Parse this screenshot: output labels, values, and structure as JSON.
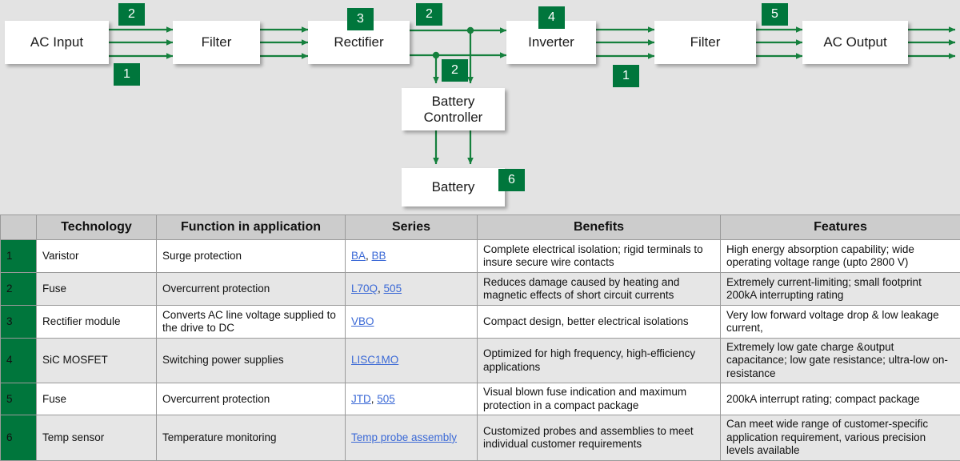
{
  "diagram": {
    "background_color": "#e3e3e3",
    "accent_color": "#00763C",
    "nodes": [
      {
        "id": "ac-input",
        "label": "AC Input"
      },
      {
        "id": "filter-in",
        "label": "Filter"
      },
      {
        "id": "rectifier",
        "label": "Rectifier"
      },
      {
        "id": "inverter",
        "label": "Inverter"
      },
      {
        "id": "filter-out",
        "label": "Filter"
      },
      {
        "id": "ac-output",
        "label": "AC Output"
      },
      {
        "id": "battery-controller",
        "label": "Battery\nController"
      },
      {
        "id": "battery",
        "label": "Battery"
      }
    ],
    "node_labels": {
      "ac_input": "AC Input",
      "filter_in": "Filter",
      "rectifier": "Rectifier",
      "inverter": "Inverter",
      "filter_out": "Filter",
      "ac_output": "AC Output",
      "battery_controller_line1": "Battery",
      "battery_controller_line2": "Controller",
      "battery": "Battery"
    },
    "badges": [
      {
        "id": "badge-2-input-top",
        "value": "2"
      },
      {
        "id": "badge-1-input-bottom",
        "value": "1"
      },
      {
        "id": "badge-3-rectifier",
        "value": "3"
      },
      {
        "id": "badge-2-dcbus-top",
        "value": "2"
      },
      {
        "id": "badge-2-dcbus-lower",
        "value": "2"
      },
      {
        "id": "badge-4-inverter",
        "value": "4"
      },
      {
        "id": "badge-1-inverter-out",
        "value": "1"
      },
      {
        "id": "badge-5-filter-out",
        "value": "5"
      },
      {
        "id": "badge-6-battery",
        "value": "6"
      }
    ]
  },
  "table": {
    "header_bg": "#cccccc",
    "accent_color": "#00763C",
    "link_color": "#3b69d6",
    "columns": [
      "",
      "Technology",
      "Function in application",
      "Series",
      "Benefits",
      "Features"
    ],
    "rows": [
      {
        "num": "1",
        "technology": "Varistor",
        "function": "Surge protection",
        "series": [
          {
            "text": "BA"
          },
          {
            "text": "BB"
          }
        ],
        "series_separator": ", ",
        "benefits": "Complete electrical isolation; rigid terminals to insure secure wire contacts",
        "features": "High energy absorption capability; wide operating voltage range (upto 2800 V)"
      },
      {
        "num": "2",
        "technology": "Fuse",
        "function": "Overcurrent protection",
        "series": [
          {
            "text": "L70Q"
          },
          {
            "text": "505"
          }
        ],
        "series_separator": ", ",
        "benefits": "Reduces damage caused by heating and magnetic effects of short circuit currents",
        "features": "Extremely current-limiting; small footprint 200kA interrupting rating"
      },
      {
        "num": "3",
        "technology": "Rectifier module",
        "function": "Converts AC line voltage supplied to the drive to DC",
        "series": [
          {
            "text": "VBO"
          }
        ],
        "series_separator": ", ",
        "benefits": "Compact design, better electrical isolations",
        "features": "Very low forward voltage drop & low leakage current,"
      },
      {
        "num": "4",
        "technology": "SiC MOSFET",
        "function": "Switching power supplies",
        "series": [
          {
            "text": "LISC1MO"
          }
        ],
        "series_separator": ", ",
        "benefits": "Optimized for high frequency, high-efficiency applications",
        "features": "Extremely low gate charge &output capacitance; low gate resistance; ultra-low on-resistance"
      },
      {
        "num": "5",
        "technology": "Fuse",
        "function": "Overcurrent protection",
        "series": [
          {
            "text": "JTD"
          },
          {
            "text": "505"
          }
        ],
        "series_separator": ", ",
        "benefits": "Visual blown fuse indication and maximum protection in a compact package",
        "features": "200kA  interrupt rating; compact package"
      },
      {
        "num": "6",
        "technology": "Temp sensor",
        "function": "Temperature monitoring",
        "series": [
          {
            "text": "Temp probe assembly"
          }
        ],
        "series_separator": ", ",
        "benefits": "Customized probes and assemblies to meet individual customer requirements",
        "features": "Can meet wide range of customer-specific application requirement, various precision levels available"
      }
    ]
  }
}
